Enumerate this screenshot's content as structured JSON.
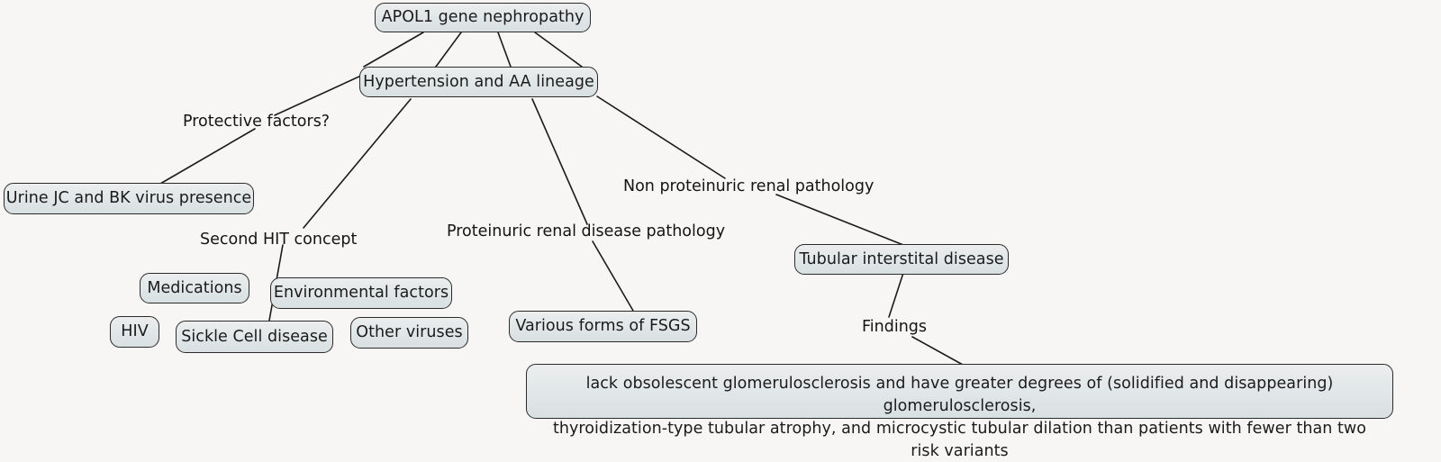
{
  "diagram": {
    "type": "concept-map",
    "background_color": "#f7f6f4",
    "node_fill_color": "#dfe5e6",
    "node_border_color": "#2b2b2b",
    "edge_color": "#1a1a1a",
    "text_color": "#1b1b1b",
    "title": "APOL1 gene nephropathy concept map"
  },
  "nodes": [
    {
      "id": "apol1",
      "label": "APOL1 gene nephropathy"
    },
    {
      "id": "htn",
      "label": "Hypertension and AA lineage"
    },
    {
      "id": "urine",
      "label": "Urine JC and BK virus presence"
    },
    {
      "id": "meds",
      "label": "Medications"
    },
    {
      "id": "env",
      "label": "Environmental factors"
    },
    {
      "id": "hiv",
      "label": "HIV"
    },
    {
      "id": "sickle",
      "label": "Sickle Cell disease"
    },
    {
      "id": "othervir",
      "label": "Other viruses"
    },
    {
      "id": "fsgs",
      "label": "Various forms of FSGS"
    },
    {
      "id": "tubular",
      "label": "Tubular interstital disease"
    },
    {
      "id": "findingsbox_line1",
      "label": "lack obsolescent glomerulosclerosis and have greater degrees of (solidified and disappearing) glomerulosclerosis,"
    },
    {
      "id": "findingsbox_line2",
      "label": "thyroidization-type tubular atrophy, and microcystic tubular dilation than patients with fewer than two risk variants"
    }
  ],
  "edge_labels": [
    {
      "id": "protective",
      "label": "Protective factors?"
    },
    {
      "id": "secondhit",
      "label": "Second HIT concept"
    },
    {
      "id": "proteinuric",
      "label": "Proteinuric renal disease pathology"
    },
    {
      "id": "nonprotein",
      "label": "Non proteinuric renal pathology"
    },
    {
      "id": "findings",
      "label": "Findings"
    }
  ]
}
